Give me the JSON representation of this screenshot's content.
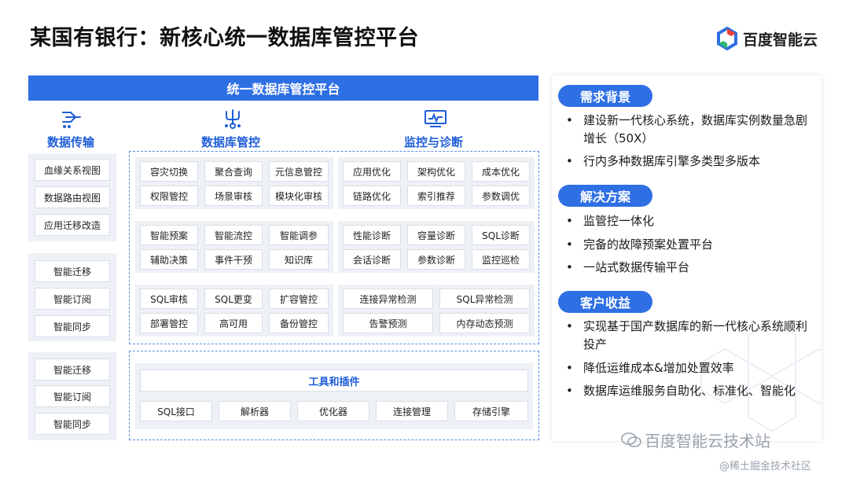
{
  "title": "某国有银行：新核心统一数据库管控平台",
  "logo": {
    "text": "百度智能云"
  },
  "banner": "统一数据库管控平台",
  "columns": {
    "transfer": "数据传输",
    "management": "数据库管控",
    "monitor": "监控与诊断"
  },
  "transfer_groups": [
    [
      "血缘关系视图",
      "数据路由视图",
      "应用迁移改造"
    ],
    [
      "智能迁移",
      "智能订阅",
      "智能同步"
    ],
    [
      "智能迁移",
      "智能订阅",
      "智能同步"
    ]
  ],
  "mgmt_groups": [
    [
      "容灾切换",
      "聚合查询",
      "元信息管控",
      "权限管控",
      "场景审核",
      "模块化审核"
    ],
    [
      "智能预案",
      "智能流控",
      "智能调参",
      "辅助决策",
      "事件干预",
      "知识库"
    ],
    [
      "SQL审核",
      "SQL更变",
      "扩容管控",
      "部署管控",
      "高可用",
      "备份管控"
    ]
  ],
  "monitor_groups": [
    [
      "应用优化",
      "架构优化",
      "成本优化",
      "链路优化",
      "索引推荐",
      "参数调优"
    ],
    [
      "性能诊断",
      "容量诊断",
      "SQL诊断",
      "会话诊断",
      "参数诊断",
      "监控巡检"
    ],
    [
      "连接异常检测",
      "SQL异常检测",
      "告警预测",
      "内存动态预测"
    ]
  ],
  "tools": {
    "title": "工具和插件",
    "items": [
      "SQL接口",
      "解析器",
      "优化器",
      "连接管理",
      "存储引擎"
    ]
  },
  "right": {
    "sections": [
      {
        "title": "需求背景",
        "bullets": [
          "建设新一代核心系统，数据库实例数量急剧增长（50X）",
          "行内多种数据库引擎多类型多版本"
        ]
      },
      {
        "title": "解决方案",
        "bullets": [
          "监管控一体化",
          "完备的故障预案处置平台",
          "一站式数据传输平台"
        ]
      },
      {
        "title": "客户收益",
        "bullets": [
          "实现基于国产数据库的新一代核心系统顺利投产",
          "降低运维成本&增加处置效率",
          "数据库运维服务自助化、标准化、智能化"
        ]
      }
    ]
  },
  "watermark": {
    "line1": "百度智能云技术站",
    "line2": "@稀土掘金技术社区"
  }
}
